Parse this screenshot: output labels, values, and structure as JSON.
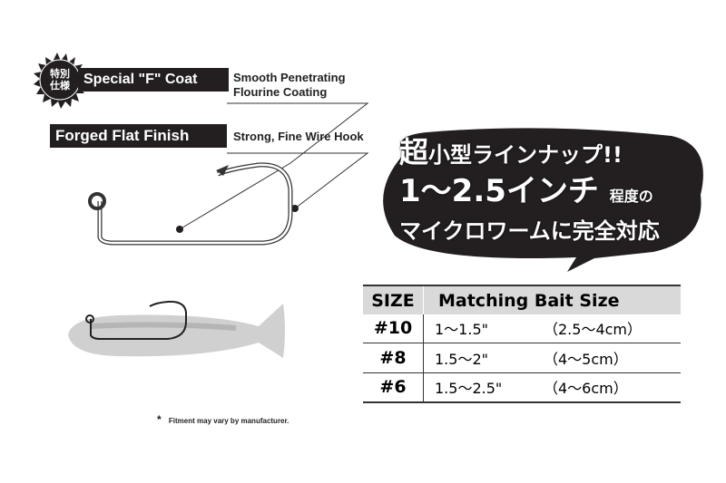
{
  "badge": {
    "line1": "特別",
    "line2": "仕様"
  },
  "features": [
    {
      "label": "Special \"F\" Coat",
      "desc_line1": "Smooth Penetrating",
      "desc_line2": "Flourine Coating"
    },
    {
      "label": "Forged Flat Finish",
      "desc_line1": "Strong, Fine Wire Hook"
    }
  ],
  "bubble": {
    "line1_big": "超",
    "line1_rest": "小型ラインナップ!!",
    "line2_big": "1〜2.5インチ",
    "line2_small": "程度の",
    "line3": "マイクロワームに完全対応"
  },
  "table": {
    "headers": [
      "SIZE",
      "Matching Bait Size"
    ],
    "rows": [
      {
        "size": "#10",
        "inch": "1〜1.5\"",
        "cm": "（2.5〜4cm）"
      },
      {
        "size": "#8",
        "inch": "1.5〜2\"",
        "cm": "（4〜5cm）"
      },
      {
        "size": "#6",
        "inch": "1.5〜2.5\"",
        "cm": "（4〜6cm）"
      }
    ]
  },
  "footnote": {
    "mark": "*",
    "text": "Fitment may vary by manufacturer."
  },
  "colors": {
    "dark": "#231f20",
    "header_gray": "#d9d9d9"
  }
}
